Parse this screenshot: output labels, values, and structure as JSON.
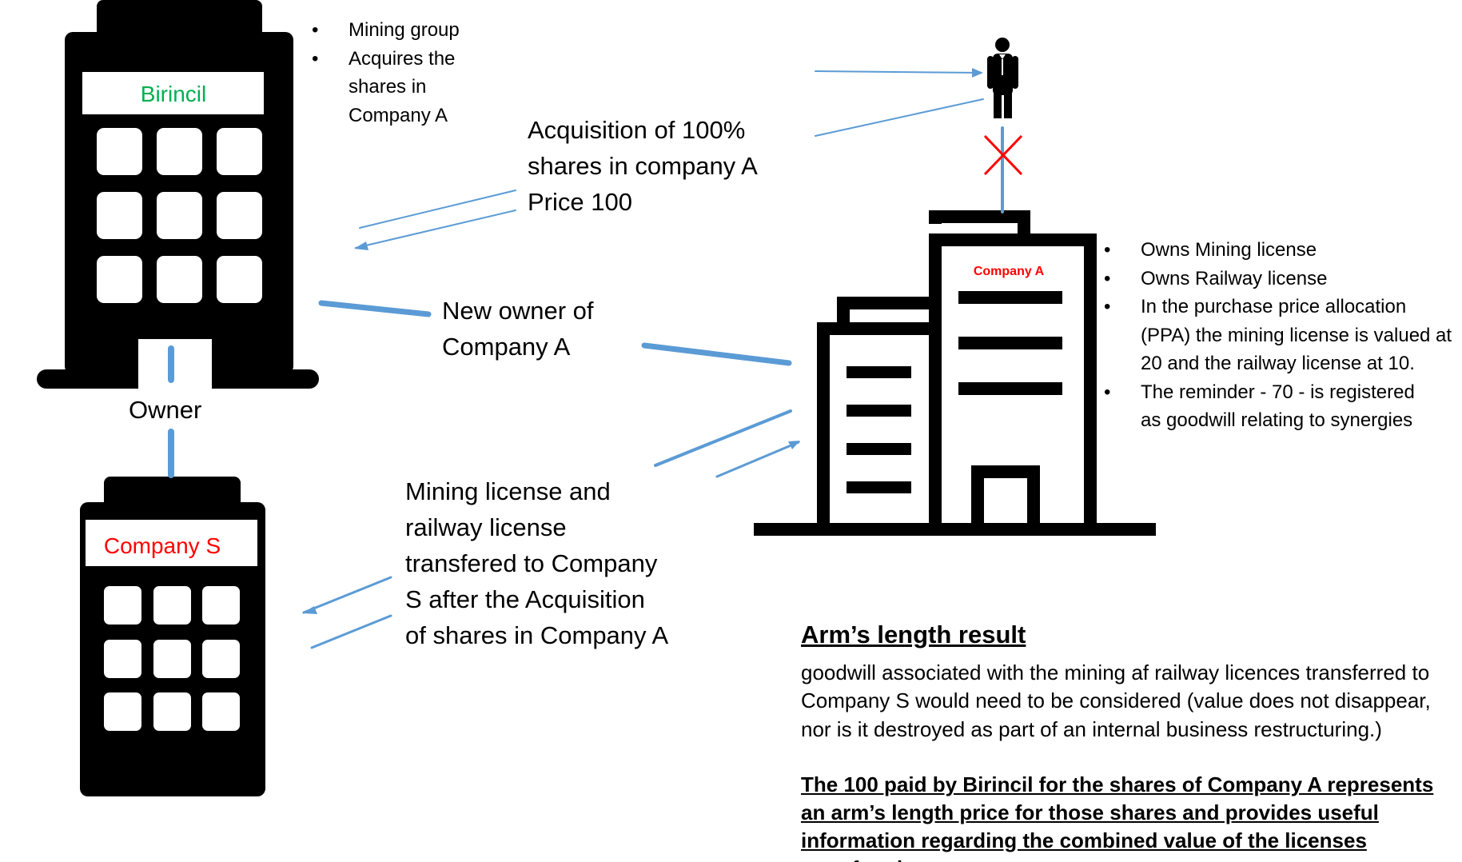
{
  "birincil": {
    "name": "Birincil",
    "name_color": "#00b050",
    "bullets": [
      "Mining group",
      "Acquires the shares in Company A"
    ]
  },
  "company_s": {
    "name": "Company S",
    "name_color": "#ff0000"
  },
  "company_a": {
    "name": "Company A",
    "name_color": "#ff0000",
    "bullets": [
      "Owns Mining license",
      "Owns Railway license",
      "In the purchase price allocation (PPA) the mining license is valued at 20 and the railway license at 10.",
      "The reminder - 70 - is registered as goodwill relating to synergies"
    ]
  },
  "labels": {
    "owner": "Owner",
    "acquisition": [
      "Acquisition of 100%",
      "shares in company A",
      "Price 100"
    ],
    "new_owner": [
      "New owner of",
      "Company A"
    ],
    "transfer": [
      "Mining license and",
      "railway license",
      "transfered to Company",
      "S after the Acquisition",
      "of shares in Company A"
    ]
  },
  "arms_length": {
    "title": "Arm’s length result",
    "body": "goodwill associated with the mining af railway licences transferred to Company S would need to be considered (value does not disappear, nor is it destroyed as part of an internal business restructuring.)",
    "conclusion": "The 100 paid by Birincil for the shares of Company A represents an arm’s length price for those shares and provides useful information regarding the combined value of the licenses transfered"
  },
  "colors": {
    "connector": "#5b9bd5",
    "cross": "#ff0000",
    "building": "#000000"
  },
  "icons": {
    "seller": "person-icon",
    "blocked": "cross-icon"
  }
}
